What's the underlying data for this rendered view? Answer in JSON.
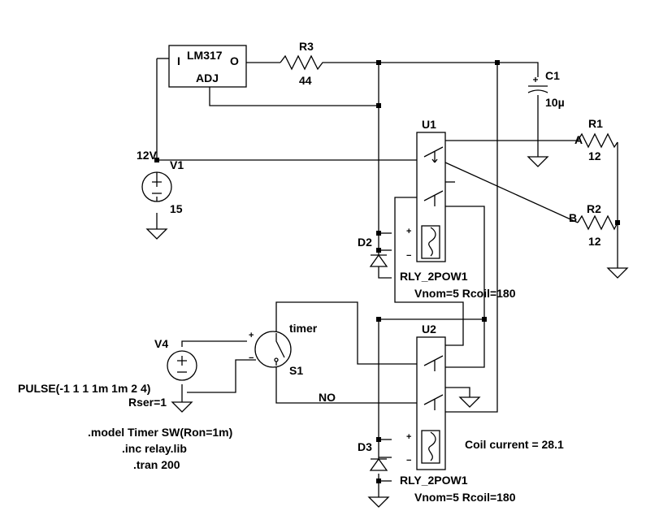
{
  "components": {
    "regulator": {
      "name": "LM317",
      "pin_in": "I",
      "pin_out": "O",
      "pin_adj": "ADJ"
    },
    "r3": {
      "name": "R3",
      "value": "44"
    },
    "c1": {
      "name": "C1",
      "value": "10µ"
    },
    "r1": {
      "name": "R1",
      "value": "12"
    },
    "r2": {
      "name": "R2",
      "value": "12"
    },
    "v1": {
      "name": "V1",
      "value": "15",
      "net": "12V"
    },
    "u1": {
      "name": "U1",
      "model": "RLY_2POW1",
      "params": "Vnom=5 Rcoil=180"
    },
    "u2": {
      "name": "U2",
      "model": "RLY_2POW1",
      "params": "Vnom=5 Rcoil=180"
    },
    "d2": {
      "name": "D2"
    },
    "d3": {
      "name": "D3"
    },
    "v4": {
      "name": "V4",
      "value": "PULSE(-1 1 1 1m 1m 2 4)",
      "rser": "Rser=1"
    },
    "s1": {
      "name": "S1",
      "model": "timer"
    }
  },
  "nets": {
    "a": "A",
    "b": "B",
    "no": "NO"
  },
  "directives": [
    ".model Timer SW(Ron=1m)",
    ".inc relay.lib",
    ".tran 200"
  ],
  "annotation": "Coil current = 28.1"
}
